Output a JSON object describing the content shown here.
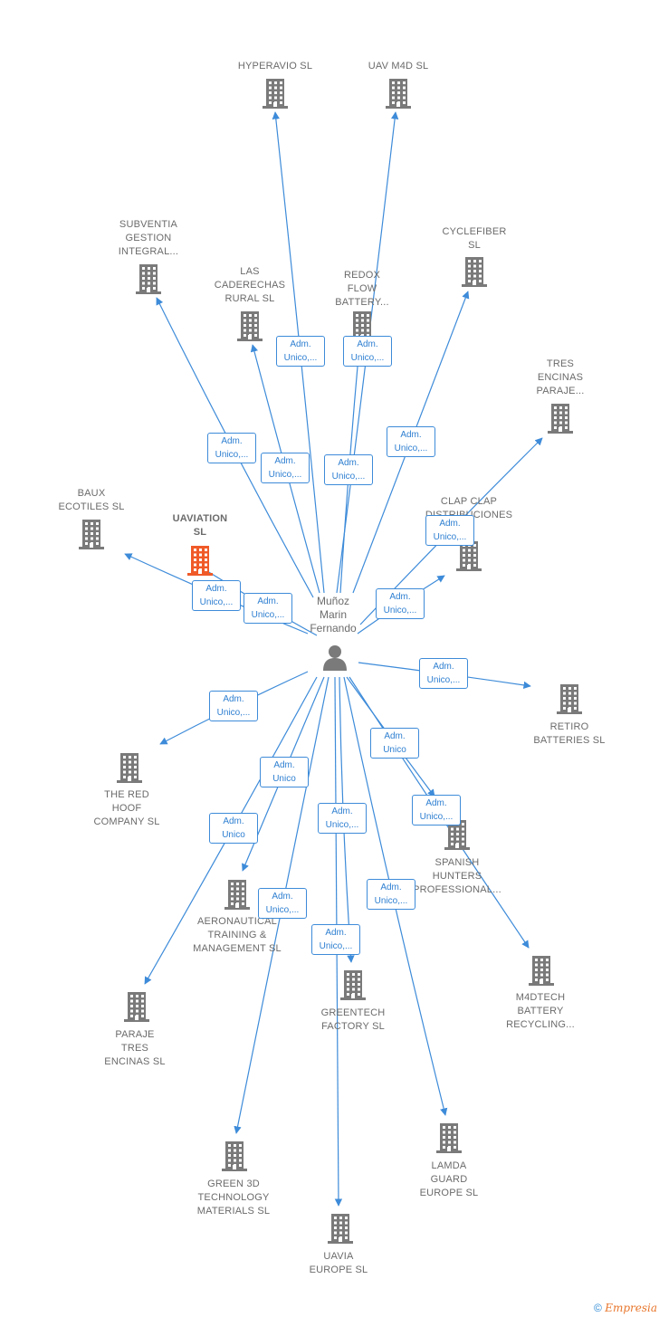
{
  "center": {
    "name": "Muñoz\nMarin\nFernando",
    "icon": "person-icon"
  },
  "companies": [
    {
      "id": "hyperavio",
      "name": "HYPERAVIO  SL",
      "highlight": false
    },
    {
      "id": "uav-m4d",
      "name": "UAV M4D  SL",
      "highlight": false
    },
    {
      "id": "subventia",
      "name": "SUBVENTIA\nGESTION\nINTEGRAL...",
      "highlight": false
    },
    {
      "id": "caderechas",
      "name": "LAS\nCADERECHAS\nRURAL  SL",
      "highlight": false
    },
    {
      "id": "redox",
      "name": "REDOX\nFLOW\nBATTERY...",
      "highlight": false
    },
    {
      "id": "cyclefiber",
      "name": "CYCLEFIBER\nSL",
      "highlight": false
    },
    {
      "id": "tres-encinas-paraje",
      "name": "TRES\nENCINAS\nPARAJE...",
      "highlight": false
    },
    {
      "id": "baux",
      "name": "BAUX\nECOTILES  SL",
      "highlight": false
    },
    {
      "id": "uaviation",
      "name": "UAVIATION\nSL",
      "highlight": true
    },
    {
      "id": "clap-clap",
      "name": "CLAP CLAP\nDISTRIBUCIONES",
      "highlight": false
    },
    {
      "id": "retiro",
      "name": "RETIRO\nBATTERIES  SL",
      "highlight": false
    },
    {
      "id": "red-hoof",
      "name": "THE RED\nHOOF\nCOMPANY  SL",
      "highlight": false
    },
    {
      "id": "spanish-hunters",
      "name": "SPANISH\nHUNTERS\nPROFESSIONAL...",
      "highlight": false
    },
    {
      "id": "aeronautical",
      "name": "AERONAUTICAL\nTRAINING &\nMANAGEMENT SL",
      "highlight": false
    },
    {
      "id": "m4dtech",
      "name": "M4DTECH\nBATTERY\nRECYCLING...",
      "highlight": false
    },
    {
      "id": "greentech",
      "name": "GREENTECH\nFACTORY  SL",
      "highlight": false
    },
    {
      "id": "paraje-tres-encinas",
      "name": "PARAJE\nTRES\nENCINAS  SL",
      "highlight": false
    },
    {
      "id": "green-3d",
      "name": "GREEN 3D\nTECHNOLOGY\nMATERIALS  SL",
      "highlight": false
    },
    {
      "id": "lamda",
      "name": "LAMDA\nGUARD\nEUROPE  SL",
      "highlight": false
    },
    {
      "id": "uavia",
      "name": "UAVIA\nEUROPE  SL",
      "highlight": false
    }
  ],
  "edges": [
    {
      "to": "hyperavio",
      "label": "Adm.\nUnico,..."
    },
    {
      "to": "uav-m4d",
      "label": "Adm.\nUnico,..."
    },
    {
      "to": "subventia",
      "label": "Adm.\nUnico,..."
    },
    {
      "to": "caderechas",
      "label": "Adm.\nUnico,..."
    },
    {
      "to": "redox",
      "label": "Adm.\nUnico,..."
    },
    {
      "to": "cyclefiber",
      "label": "Adm.\nUnico,..."
    },
    {
      "to": "tres-encinas-paraje",
      "label": "Adm.\nUnico,..."
    },
    {
      "to": "baux",
      "label": "Adm.\nUnico,..."
    },
    {
      "to": "uaviation",
      "label": "Adm.\nUnico,..."
    },
    {
      "to": "clap-clap",
      "label": "Adm.\nUnico,..."
    },
    {
      "to": "retiro",
      "label": "Adm.\nUnico,..."
    },
    {
      "to": "red-hoof",
      "label": "Adm.\nUnico,..."
    },
    {
      "to": "spanish-hunters",
      "label": "Adm.\nUnico"
    },
    {
      "to": "aeronautical",
      "label": "Adm.\nUnico"
    },
    {
      "to": "m4dtech",
      "label": "Adm.\nUnico,..."
    },
    {
      "to": "greentech",
      "label": "Adm.\nUnico,..."
    },
    {
      "to": "paraje-tres-encinas",
      "label": "Adm.\nUnico"
    },
    {
      "to": "green-3d",
      "label": "Adm.\nUnico,..."
    },
    {
      "to": "lamda",
      "label": "Adm.\nUnico,..."
    },
    {
      "to": "uavia",
      "label": "Adm.\nUnico,..."
    }
  ],
  "colors": {
    "edge": "#3d8bd9",
    "building": "#7a7a7a",
    "highlight": "#f05a28",
    "text": "#6b6b6b"
  },
  "footer": {
    "copyright": "©",
    "brand": "Empresia"
  }
}
